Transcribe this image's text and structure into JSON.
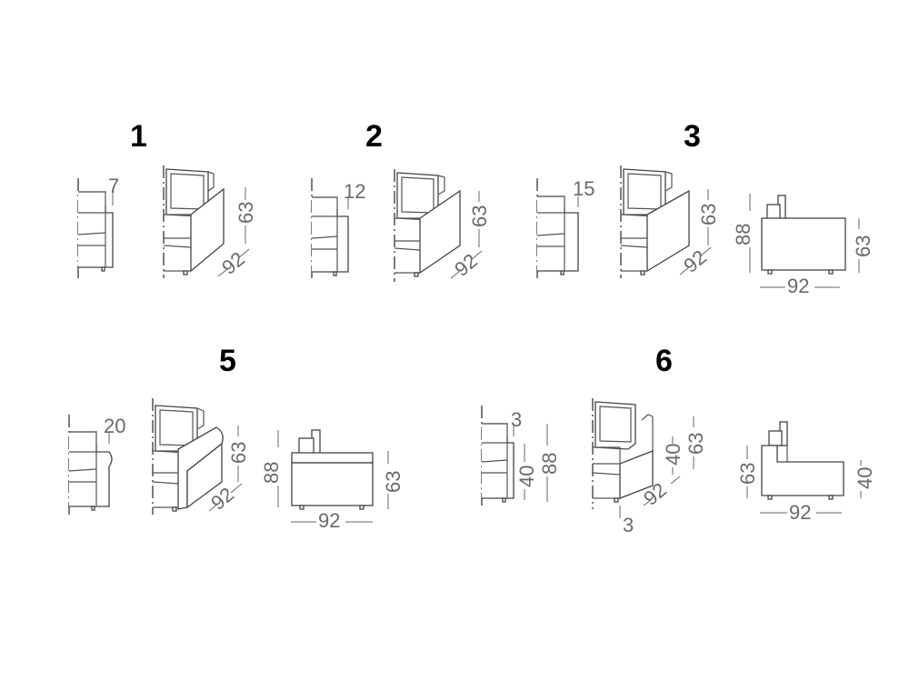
{
  "variants": [
    {
      "heading": "1",
      "arm_width": "7",
      "height_seat": "63",
      "depth": "92"
    },
    {
      "heading": "2",
      "arm_width": "12",
      "height_seat": "63",
      "depth": "92"
    },
    {
      "heading": "3",
      "arm_width": "15",
      "height_seat": "63",
      "depth": "92",
      "height_back": "88",
      "side_height": "63",
      "side_depth": "92"
    },
    {
      "heading": "5",
      "arm_width": "20",
      "height_seat": "63",
      "depth": "92",
      "height_back": "88",
      "side_height": "63",
      "side_depth": "92"
    },
    {
      "heading": "6",
      "arm_width": "3",
      "arm_height": "40",
      "height_back": "88",
      "height_seat": "63",
      "arm_height_iso": "40",
      "depth": "92",
      "base_offset": "3",
      "side_height_left": "63",
      "side_height_right": "40",
      "side_depth": "92"
    }
  ]
}
